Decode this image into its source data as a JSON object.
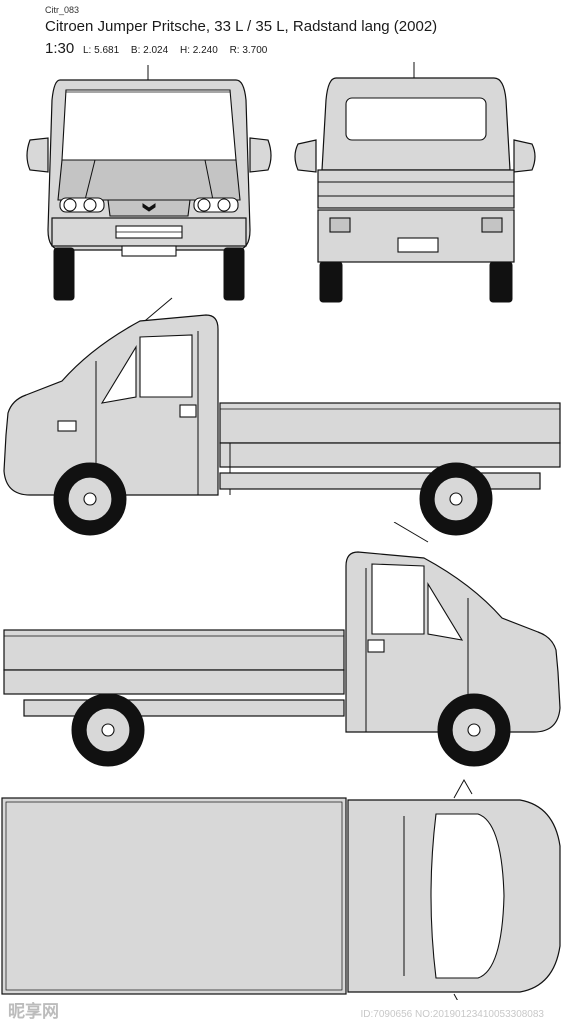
{
  "header": {
    "code": "Citr_083",
    "title": "Citroen Jumper Pritsche, 33 L / 35 L, Radstand lang (2002)",
    "scale": "1:30",
    "length": "L: 5.681",
    "width": "B: 2.024",
    "height": "H: 2.240",
    "wheelbase": "R: 3.700"
  },
  "watermark": {
    "logo_text": "昵享网",
    "id_text": "ID:7090656 NO:20190123410053308083"
  },
  "views": [
    "front-view",
    "rear-view",
    "left-side-view",
    "right-side-view",
    "top-view"
  ]
}
